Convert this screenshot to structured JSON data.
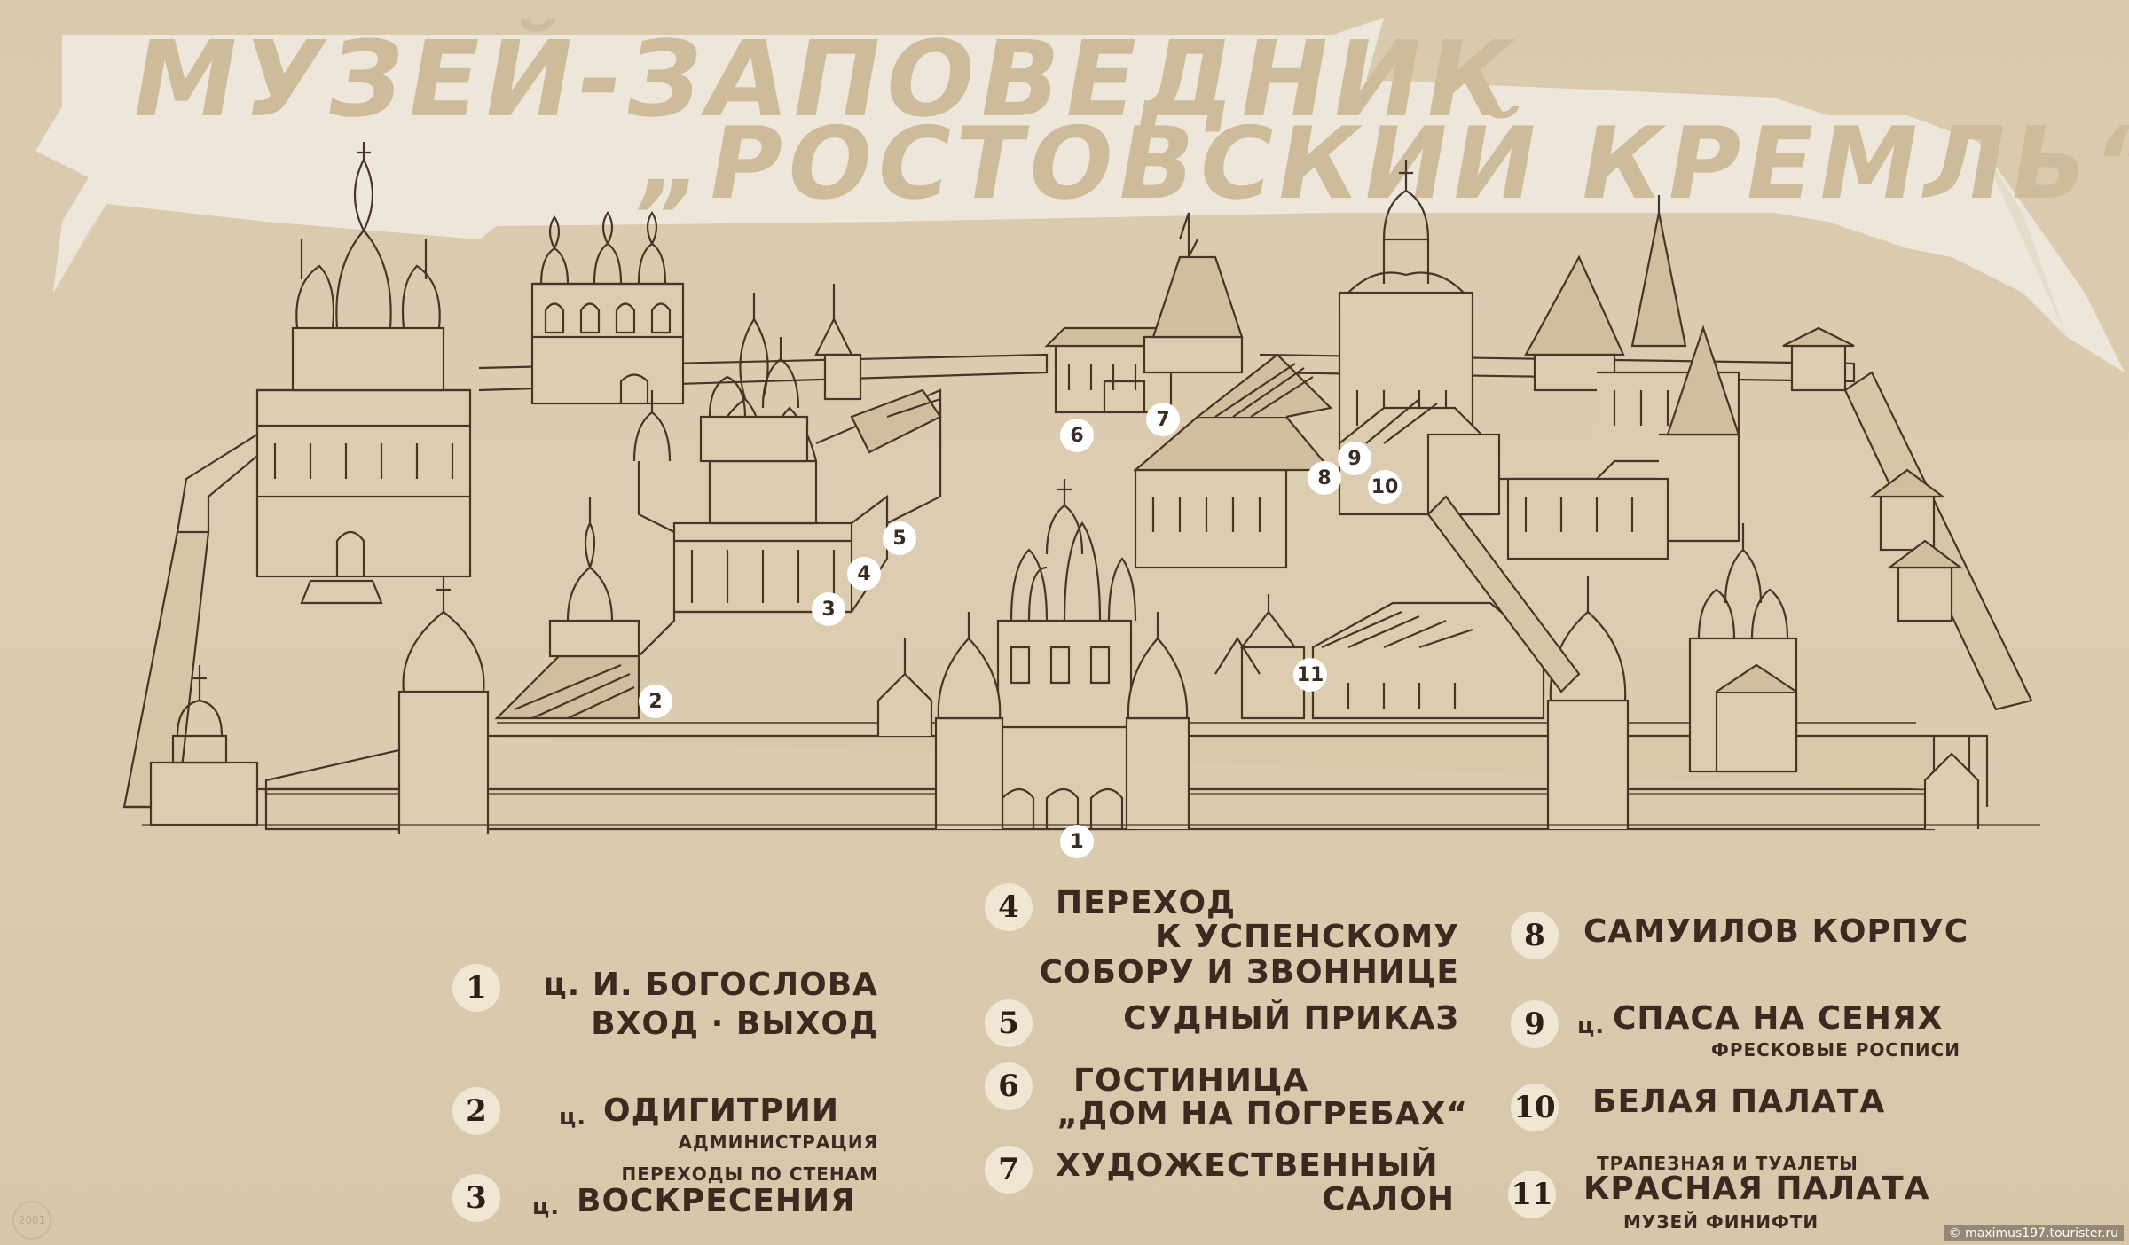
{
  "title": {
    "line1": "МУЗЕЙ-ЗАПОВЕДНИК",
    "line2": "„РОСТОВСКИЙ КРЕМЛЬ“"
  },
  "map_markers": [
    "1",
    "2",
    "3",
    "4",
    "5",
    "6",
    "7",
    "8",
    "9",
    "10",
    "11"
  ],
  "legend": [
    {
      "num": "1",
      "lines": [
        "ц. И. БОГОСЛОВА",
        "ВХОД · ВЫХОД"
      ]
    },
    {
      "num": "2",
      "prefix": "ц.",
      "name": "ОДИГИТРИИ",
      "sub": "АДМИНИСТРАЦИЯ"
    },
    {
      "num": "3",
      "above": "ПЕРЕХОДЫ ПО СТЕНАМ",
      "prefix": "ц.",
      "name": "ВОСКРЕСЕНИЯ"
    },
    {
      "num": "4",
      "lines": [
        "ПЕРЕХОД",
        "К УСПЕНСКОМУ",
        "СОБОРУ И ЗВОННИЦЕ"
      ]
    },
    {
      "num": "5",
      "lines": [
        "СУДНЫЙ ПРИКАЗ"
      ]
    },
    {
      "num": "6",
      "lines": [
        "ГОСТИНИЦА",
        "„ДОМ НА ПОГРЕБАХ“"
      ]
    },
    {
      "num": "7",
      "lines": [
        "ХУДОЖЕСТВЕННЫЙ",
        "САЛОН"
      ]
    },
    {
      "num": "8",
      "lines": [
        "САМУИЛОВ КОРПУС"
      ]
    },
    {
      "num": "9",
      "prefix": "ц.",
      "name": "СПАСА НА СЕНЯХ",
      "sub": "ФРЕСКОВЫЕ РОСПИСИ"
    },
    {
      "num": "10",
      "lines": [
        "БЕЛАЯ ПАЛАТА"
      ]
    },
    {
      "num": "11",
      "above": "ТРАПЕЗНАЯ И ТУАЛЕТЫ",
      "name": "КРАСНАЯ ПАЛАТА",
      "sub": "МУЗЕЙ ФИНИФТИ"
    }
  ],
  "stamp": "2001",
  "watermark": "© maximus197.tourister.ru",
  "colors": {
    "board": "#dccdb2",
    "ink": "#3a2a20",
    "ribbon": "#eee8dc",
    "title": "#cdbb9a"
  }
}
